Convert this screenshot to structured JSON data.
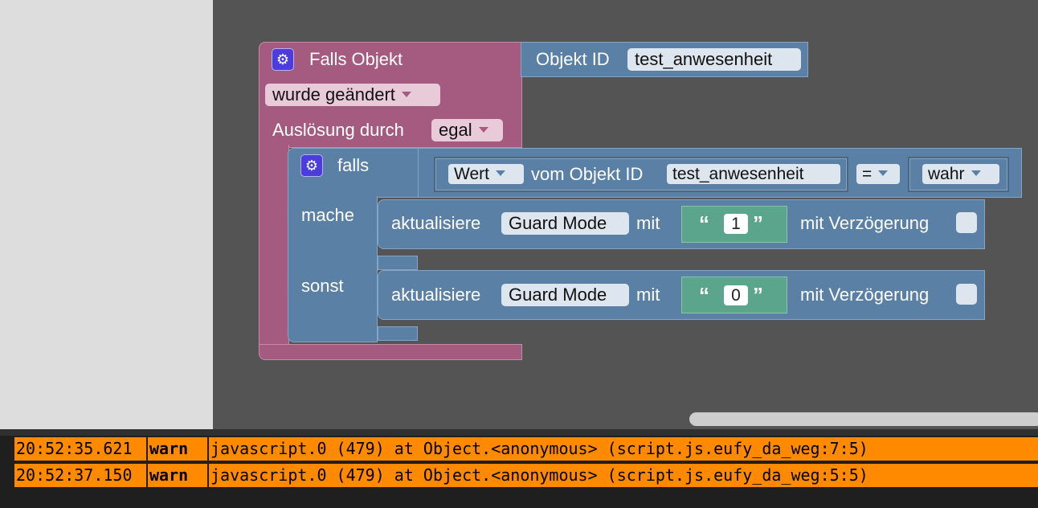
{
  "blocks": {
    "trigger": {
      "title": "Falls Objekt",
      "object_label": "Objekt ID",
      "object_id": "test_anwesenheit",
      "mode": "wurde geändert",
      "trigger_label": "Auslösung durch",
      "trigger_value": "egal"
    },
    "if_block": {
      "label": "falls",
      "value_select": "Wert",
      "object_label": "vom Objekt ID",
      "object_id": "test_anwesenheit",
      "operator": "=",
      "compare_value": "wahr",
      "then_label": "mache",
      "else_label": "sonst"
    },
    "update_then": {
      "label": "aktualisiere",
      "target": "Guard Mode",
      "with_label": "mit",
      "open_quote": "“",
      "value": "1",
      "close_quote": "”",
      "delay_label": "mit Verzögerung"
    },
    "update_else": {
      "label": "aktualisiere",
      "target": "Guard Mode",
      "with_label": "mit",
      "open_quote": "“",
      "value": "0",
      "close_quote": "”",
      "delay_label": "mit Verzögerung"
    }
  },
  "log": [
    {
      "time": "20:52:35.621",
      "level": "warn",
      "message": "javascript.0 (479) at Object.<anonymous> (script.js.eufy_da_weg:7:5)"
    },
    {
      "time": "20:52:37.150",
      "level": "warn",
      "message": "javascript.0 (479) at Object.<anonymous> (script.js.eufy_da_weg:5:5)"
    }
  ],
  "colors": {
    "event_block": "#a55b80",
    "logic_block": "#5b80a5",
    "text_block": "#5ba58c",
    "warn_row": "#ff8a00"
  },
  "icons": {
    "gear": "gear-icon",
    "dropdown": "dropdown-arrow-icon",
    "checkbox": "checkbox-icon"
  }
}
